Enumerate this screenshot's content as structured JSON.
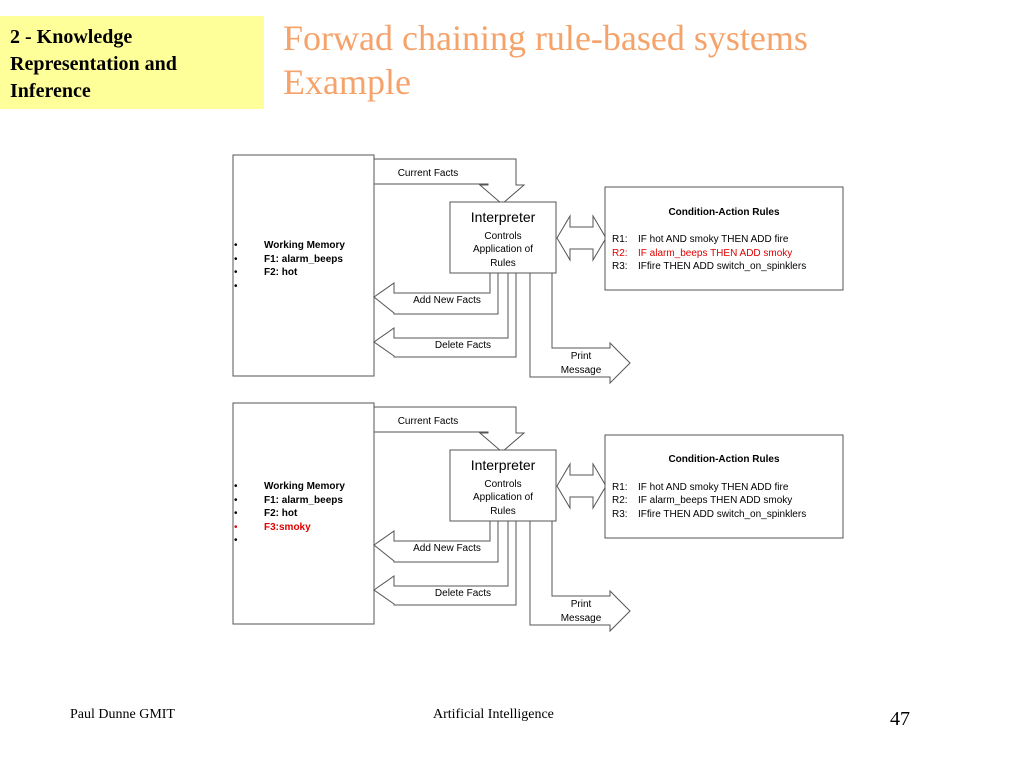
{
  "section": {
    "label": "2 - Knowledge\nRepresentation and\nInference"
  },
  "title": {
    "text": "Forwad chaining rule-based systems\nExample"
  },
  "colors": {
    "title": "#f5a36a",
    "section_bg": "#ffff99",
    "highlight": "#e00000"
  },
  "diagrams": [
    {
      "memory": {
        "items": [
          {
            "text": "Working Memory",
            "highlight": false
          },
          {
            "text": "F1: alarm_beeps",
            "highlight": false
          },
          {
            "text": "F2: hot",
            "highlight": false
          },
          {
            "text": "",
            "highlight": false
          }
        ]
      },
      "labels": {
        "current_facts": "Current Facts",
        "add_new_facts": "Add New Facts",
        "delete_facts": "Delete Facts",
        "print": "Print",
        "message": "Message"
      },
      "interpreter": {
        "title": "Interpreter",
        "line1": "Controls",
        "line2": "Application of",
        "line3": "Rules"
      },
      "rules": {
        "title": "Condition-Action Rules",
        "items": [
          {
            "id": "R1:",
            "text": "IF hot AND smoky THEN ADD fire",
            "highlight": false
          },
          {
            "id": "R2:",
            "text": "IF alarm_beeps THEN ADD smoky",
            "highlight": true
          },
          {
            "id": "R3:",
            "text": "IFfire THEN ADD switch_on_spinklers",
            "highlight": false
          }
        ]
      }
    },
    {
      "memory": {
        "items": [
          {
            "text": "Working Memory",
            "highlight": false
          },
          {
            "text": "F1: alarm_beeps",
            "highlight": false
          },
          {
            "text": "F2: hot",
            "highlight": false
          },
          {
            "text": "F3:smoky",
            "highlight": true
          },
          {
            "text": "",
            "highlight": false
          }
        ]
      },
      "labels": {
        "current_facts": "Current Facts",
        "add_new_facts": "Add New Facts",
        "delete_facts": "Delete Facts",
        "print": "Print",
        "message": "Message"
      },
      "interpreter": {
        "title": "Interpreter",
        "line1": "Controls",
        "line2": "Application of",
        "line3": "Rules"
      },
      "rules": {
        "title": "Condition-Action Rules",
        "items": [
          {
            "id": "R1:",
            "text": "IF hot AND smoky THEN ADD fire",
            "highlight": false
          },
          {
            "id": "R2:",
            "text": "IF alarm_beeps THEN ADD smoky",
            "highlight": false
          },
          {
            "id": "R3:",
            "text": "IFfire THEN ADD switch_on_spinklers",
            "highlight": false
          }
        ]
      }
    }
  ],
  "footer": {
    "left": "Paul Dunne GMIT",
    "center": "Artificial Intelligence",
    "page": "47"
  }
}
